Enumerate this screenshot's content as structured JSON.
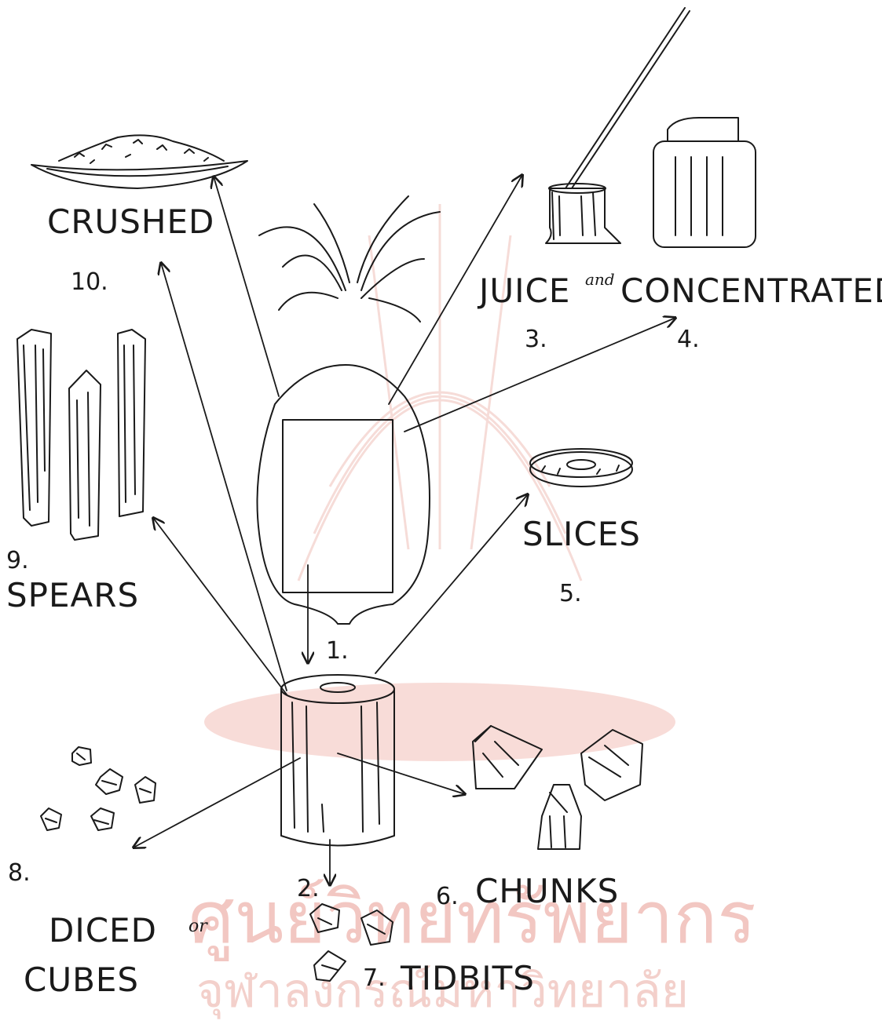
{
  "watermark": {
    "line1": "ศูนย์วิทยทรัพยากร",
    "line2": "จุฬาลงกรณ์มหาวิทยาลัย"
  },
  "labels": {
    "crushed": "CRUSHED",
    "juice": "JUICE",
    "and": "and",
    "concentrated": "CONCENTRATED",
    "slices": "SLICES",
    "spears": "SPEARS",
    "chunks": "CHUNKS",
    "diced": "DICED",
    "or": "or",
    "cubes": "CUBES",
    "tidbits": "TIDBITS"
  },
  "numbers": {
    "n1": "1.",
    "n2": "2.",
    "n3": "3.",
    "n4": "4.",
    "n5": "5.",
    "n6": "6.",
    "n7": "7.",
    "n8": "8.",
    "n9": "9.",
    "n10": "10."
  },
  "colors": {
    "ink": "#1a1a1a",
    "watermark": "#f2c7c2"
  }
}
